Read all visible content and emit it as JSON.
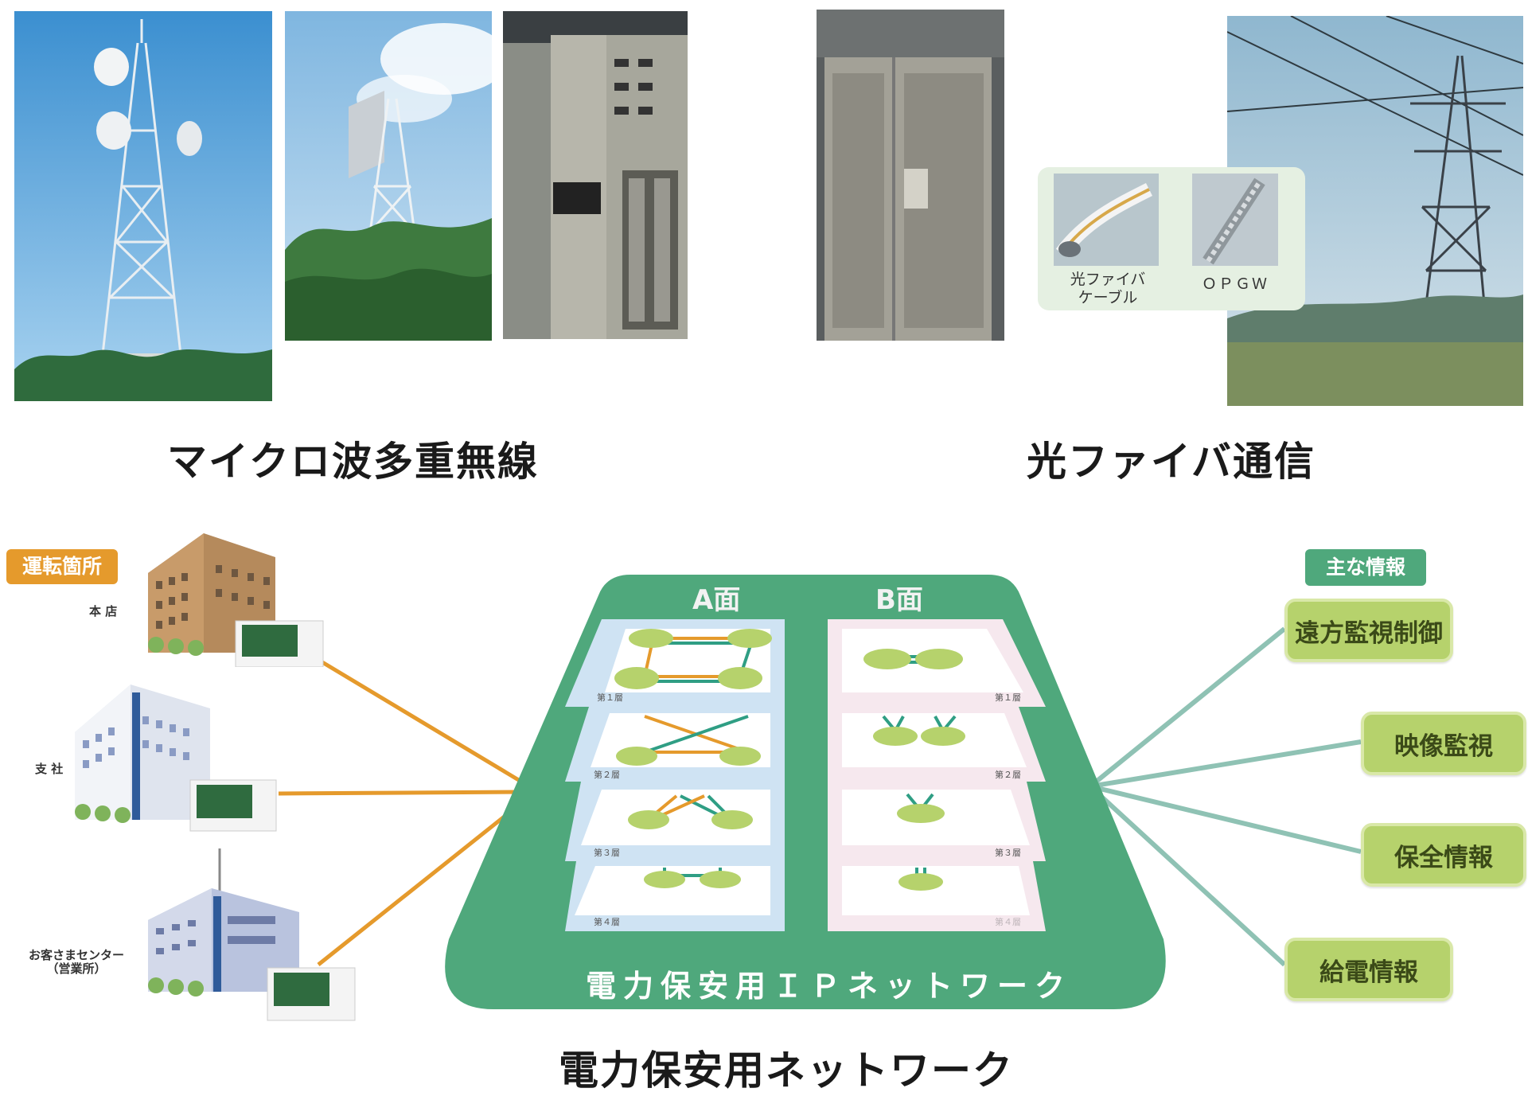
{
  "top": {
    "microwave_caption": "マイクロ波多重無線",
    "optical_caption": "光ファイバ通信",
    "optical_inset": {
      "cable_label_line1": "光ファイバ",
      "cable_label_line2": "ケーブル",
      "opgw_label": "ＯＰＧＷ"
    }
  },
  "network": {
    "operations_tag": "運転箇所",
    "info_tag": "主な情報",
    "buildings": [
      {
        "label": "本 店"
      },
      {
        "label": "支 社"
      },
      {
        "label_line1": "お客さまセンター",
        "label_line2": "（営業所）"
      }
    ],
    "faces": {
      "a": "A面",
      "b": "B面"
    },
    "layers": [
      "第１層",
      "第２層",
      "第３層",
      "第４層"
    ],
    "network_title": "電力保安用ＩＰネットワーク",
    "info_items": [
      "遠方監視制御",
      "映像監視",
      "保全情報",
      "給電情報"
    ],
    "colors": {
      "network_green": "#4fa87c",
      "orange_link": "#e59a2c",
      "info_green": "#b6d26c",
      "teal_link": "#8fc2b4"
    }
  },
  "bottom_caption": "電力保安用ネットワーク"
}
